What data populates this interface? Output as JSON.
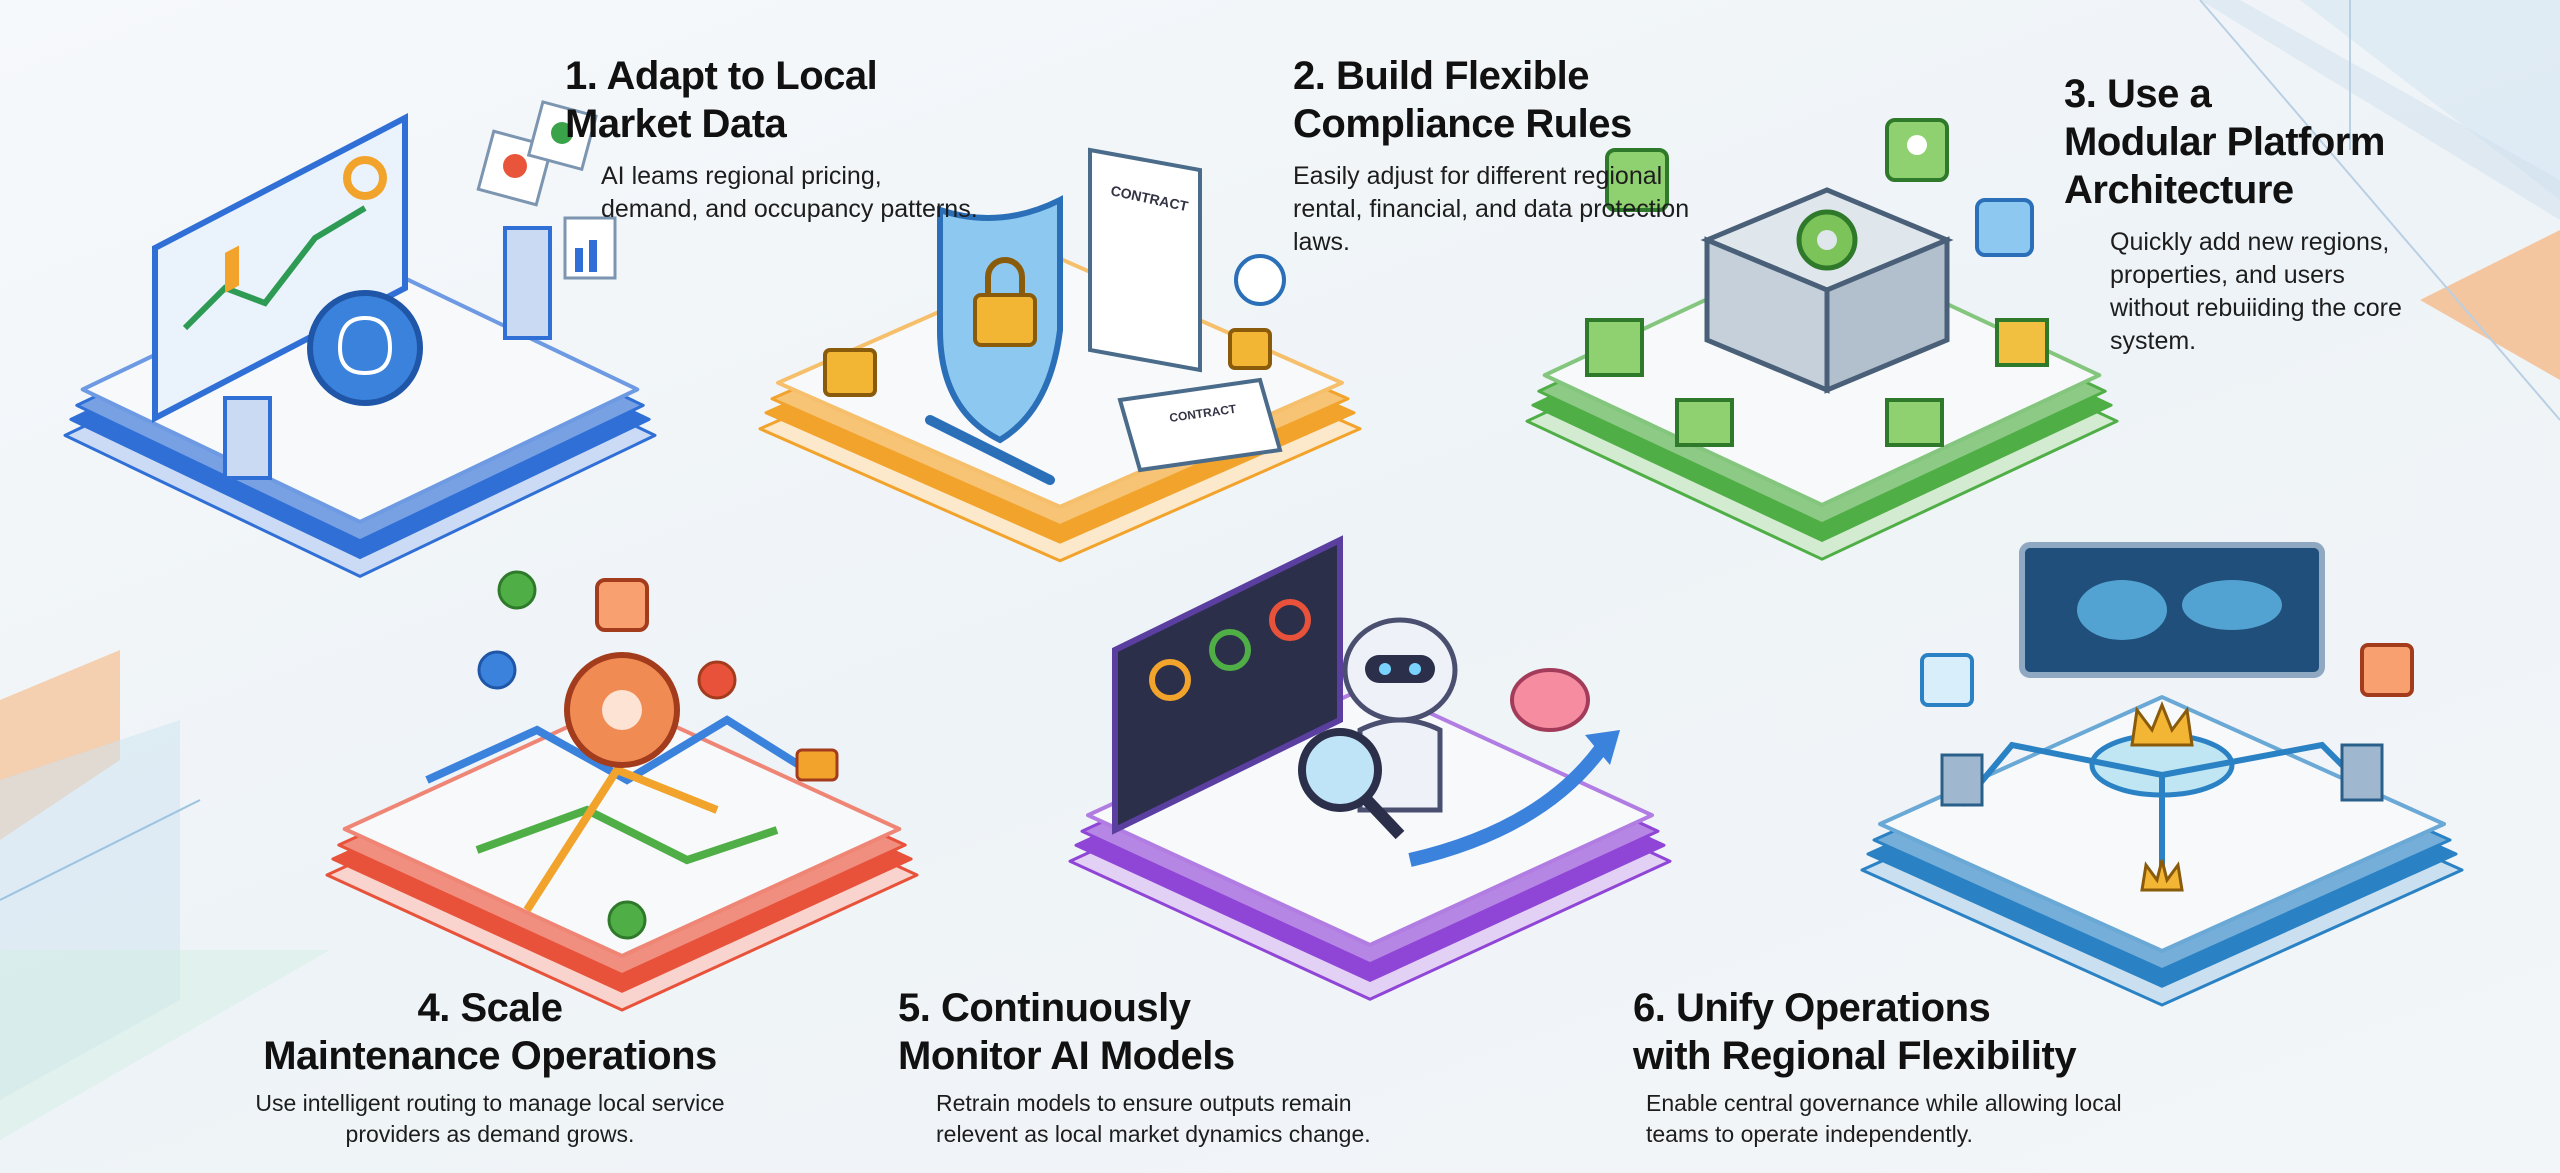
{
  "colors": {
    "card1": "#2f6fd6",
    "card2": "#f2a32b",
    "card3": "#4fae45",
    "card4": "#e8523a",
    "card5": "#8f45d6",
    "card6": "#2a82c4",
    "background": "#f1f5f8"
  },
  "cards": [
    {
      "number": "1.",
      "title_lines": [
        "Adapt to Local",
        "Market Data"
      ],
      "description": "AI leams regional pricing, demand, and occupancy patterns.",
      "icons": [
        "dashboard-icon",
        "brain-icon",
        "building-icon",
        "map-pin-icon",
        "bar-chart-icon"
      ],
      "labels": []
    },
    {
      "number": "2.",
      "title_lines": [
        "Build Flexible",
        "Compliance Rules"
      ],
      "description": "Easily adjust for different regional rental, financial, and data protection laws.",
      "icons": [
        "shield-lock-icon",
        "contract-document-icon",
        "padlock-icon",
        "bank-icon",
        "globe-icon",
        "pen-icon"
      ],
      "labels": [
        "CONTRACT",
        "CONTRACT"
      ]
    },
    {
      "number": "3.",
      "title_lines": [
        "Use a",
        "Modular Platform",
        "Architecture"
      ],
      "description": "Quickly add new regions, properties, and users without rebuiiding the core system.",
      "icons": [
        "core-module-icon",
        "gear-icon",
        "home-icon",
        "user-icon",
        "module-block-icon"
      ],
      "labels": []
    },
    {
      "number": "4.",
      "title_lines": [
        "Scale",
        "Maintenance Operations"
      ],
      "description": "Use intelligent routing to manage local service providers as demand grows.",
      "icons": [
        "gear-hub-icon",
        "wrench-icon",
        "map-pin-icon",
        "truck-icon",
        "route-icon"
      ],
      "labels": []
    },
    {
      "number": "5.",
      "title_lines": [
        "Continuously",
        "Monitor AI Models"
      ],
      "description": "Retrain models to ensure outputs remain relevent as local market dynamics change.",
      "icons": [
        "monitor-gauges-icon",
        "robot-icon",
        "magnifier-icon",
        "brain-icon",
        "arrow-icon"
      ],
      "labels": []
    },
    {
      "number": "6.",
      "title_lines": [
        "Unify Operations",
        "with Regional Flexibility"
      ],
      "description": "Enable central governance while allowing local teams to operate independently.",
      "icons": [
        "world-map-screen-icon",
        "crown-icon",
        "hub-icon",
        "building-icon"
      ],
      "labels": []
    }
  ]
}
